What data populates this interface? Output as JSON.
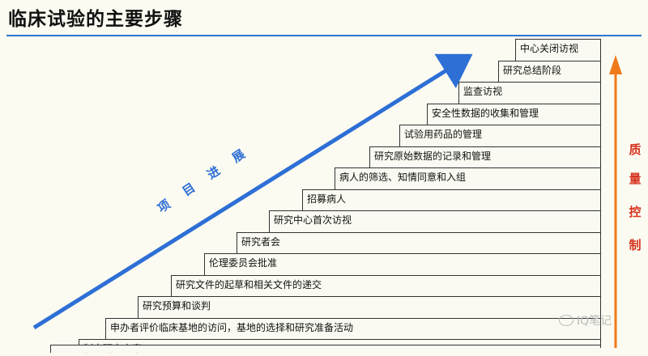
{
  "title": "临床试验的主要步骤",
  "steps": [
    "中心关闭访视",
    "研究总结阶段",
    "监查访视",
    "安全性数据的收集和管理",
    "试验用药品的管理",
    "研究原始数据的记录和管理",
    "病人的筛选、知情同意和入组",
    "招募病人",
    "研究中心首次访视",
    "研究者会",
    "伦理委员会批准",
    "研究文件的起草和相关文件的递交",
    "研究预算和谈判",
    "申办者评价临床基地的访问，基地的选择和研究准备活动",
    "制定研究方案"
  ],
  "progress_label": "项目进展",
  "quality_label_chars": [
    "质",
    "量",
    "控",
    "制"
  ],
  "watermark": "IQ笔记",
  "colors": {
    "progress_arrow": "#2e6fd6",
    "quality_arrow": "#f07a1a",
    "quality_text": "#d6331f",
    "title_rule": "#2e74d6"
  }
}
